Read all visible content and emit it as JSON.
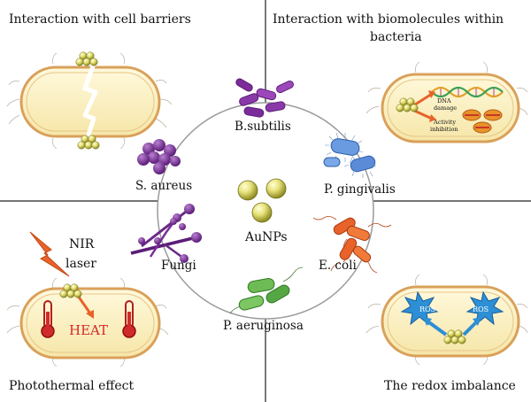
{
  "quadrants": {
    "top_left": "Interaction with cell barriers",
    "top_right_line1": "Interaction with biomolecules within",
    "top_right_line2": "bacteria",
    "bottom_left": "Photothermal effect",
    "bottom_right": "The redox imbalance"
  },
  "center": {
    "label": "AuNPs"
  },
  "organisms": {
    "bsubtilis": "B.subtilis",
    "saureus": "S. aureus",
    "pgingivalis": "P. gingivalis",
    "fungi": "Fungi",
    "ecoli": "E. coli",
    "paeruginosa": "P. aeruginosa"
  },
  "biomolecules": {
    "dna_line1": "DNA",
    "dna_line2": "damage",
    "activity_line1": "Activity",
    "activity_line2": "inhibition"
  },
  "photothermal": {
    "nir_line1": "NIR",
    "nir_line2": "laser",
    "heat": "HEAT"
  },
  "redox": {
    "ros_left": "ROS",
    "ros_right": "ROS"
  },
  "colors": {
    "cell_fill": "#fbf2c8",
    "cell_border": "#d9a05a",
    "gold_np": "#e6e27a",
    "purple": "#7b2c9a",
    "blue": "#5b8bd6",
    "orange": "#e8622a",
    "green": "#55a744",
    "ros_blue": "#2d8fd5",
    "heat_red": "#d12a2a"
  }
}
